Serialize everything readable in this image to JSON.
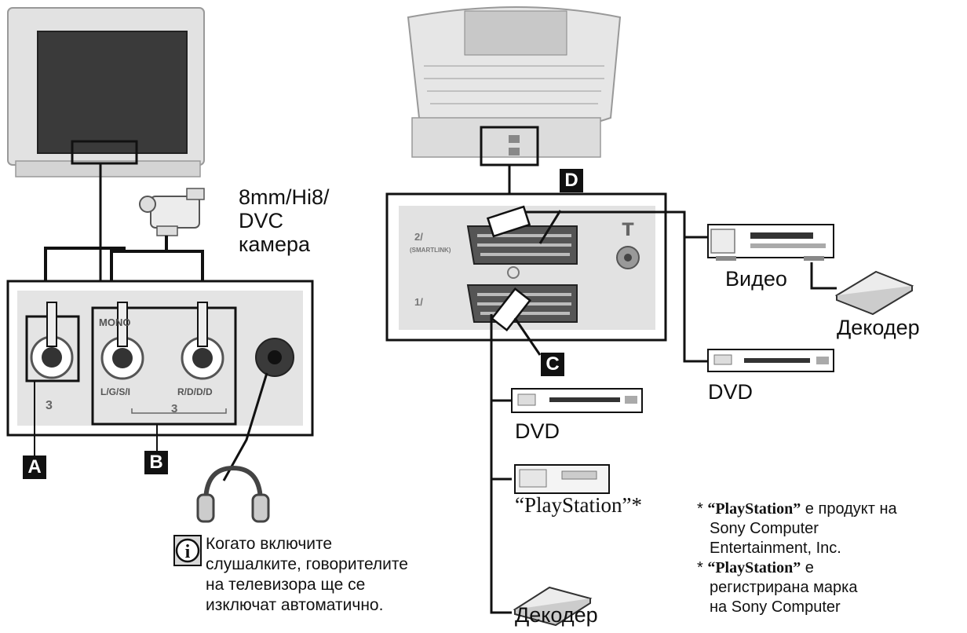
{
  "labels": {
    "camera": [
      "8mm/Hi8/",
      "DVC",
      "камера"
    ],
    "video": "Видео",
    "decoder_right": "Декодер",
    "dvd_right": "DVD",
    "dvd_bottom": "DVD",
    "playstation": "“PlayStation”*",
    "decoder_bottom": "Декодер"
  },
  "badges": {
    "a": "A",
    "b": "B",
    "c": "C",
    "d": "D"
  },
  "panel_left": {
    "mono": "MONO",
    "input3": "3",
    "lgsi": "L/G/S/I",
    "rddd": "R/D/D/D",
    "input3_sub": "3"
  },
  "panel_right": {
    "scart2": "2/",
    "smartlink": "(SMARTLINK)",
    "scart1": "1/"
  },
  "info": {
    "icon": "info-icon",
    "lines": [
      "Когато включите",
      "слушалките, говорителите",
      "на телевизора ще се",
      "изключат автоматично."
    ]
  },
  "footnote": {
    "line1_brand": "“PlayStation”",
    "line1_rest": " е продукт на",
    "line2": "Sony Computer",
    "line3": "Entertainment, Inc.",
    "line4_brand": "“PlayStation”",
    "line4_rest": " е",
    "line5": "регистрирана марка",
    "line6": "на Sony Computer"
  }
}
